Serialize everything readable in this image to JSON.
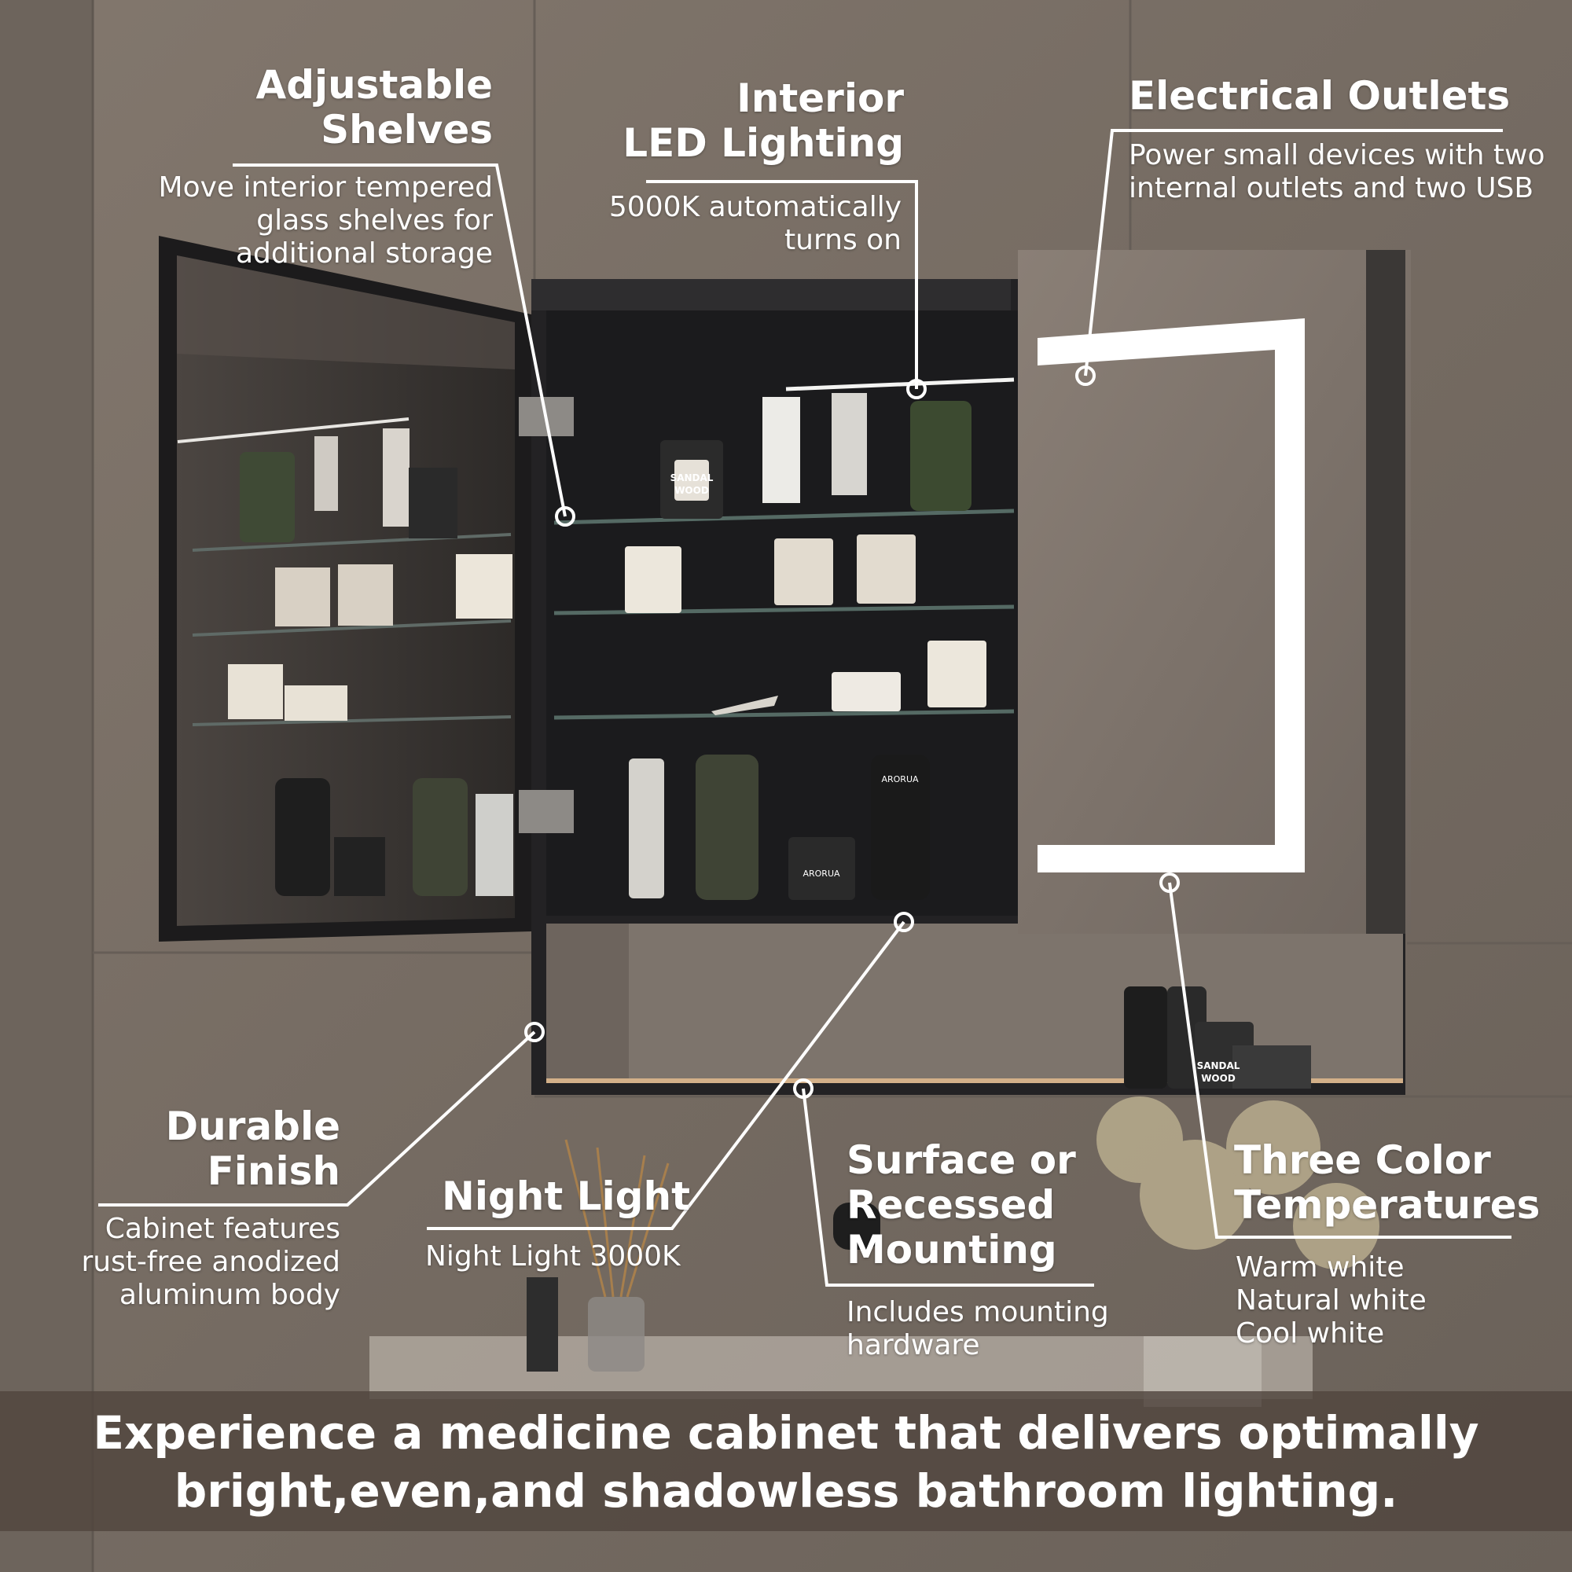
{
  "callouts": {
    "adjustable_shelves": {
      "title": [
        "Adjustable",
        "Shelves"
      ],
      "desc": [
        "Move interior tempered",
        "glass shelves for",
        "additional storage"
      ]
    },
    "interior_led": {
      "title": [
        "Interior",
        "LED Lighting"
      ],
      "desc": [
        "5000K automatically",
        "turns on"
      ]
    },
    "electrical_outlets": {
      "title": [
        "Electrical Outlets"
      ],
      "desc": [
        "Power small devices with two",
        "internal outlets and two USB"
      ]
    },
    "durable_finish": {
      "title": [
        "Durable",
        "Finish"
      ],
      "desc": [
        "Cabinet features",
        "rust-free anodized",
        "aluminum body"
      ]
    },
    "night_light": {
      "title": [
        "Night Light"
      ],
      "desc": [
        "Night Light 3000K"
      ]
    },
    "mounting": {
      "title": [
        "Surface or",
        "Recessed",
        "Mounting"
      ],
      "desc": [
        "Includes mounting",
        "hardware"
      ]
    },
    "color_temps": {
      "title": [
        "Three Color",
        "Temperatures"
      ],
      "desc": [
        "Warm white",
        "Natural white",
        "Cool white"
      ]
    }
  },
  "product_labels": {
    "sandal_wood_1": [
      "SANDAL",
      "WOOD"
    ],
    "sandal_wood_2": [
      "SANDAL",
      "WOOD"
    ],
    "arorua_1": "ARORUA",
    "arorua_2": "ARORUA"
  },
  "banner": {
    "lines": [
      "Experience a medicine cabinet that delivers optimally",
      "bright,even,and shadowless bathroom lighting."
    ]
  },
  "colors": {
    "wall": "#7a7068",
    "cabinet_interior": "#1d1d1f",
    "frame": "#2a2a2c",
    "led": "#ffffff",
    "banner_bg": "#50463e"
  }
}
